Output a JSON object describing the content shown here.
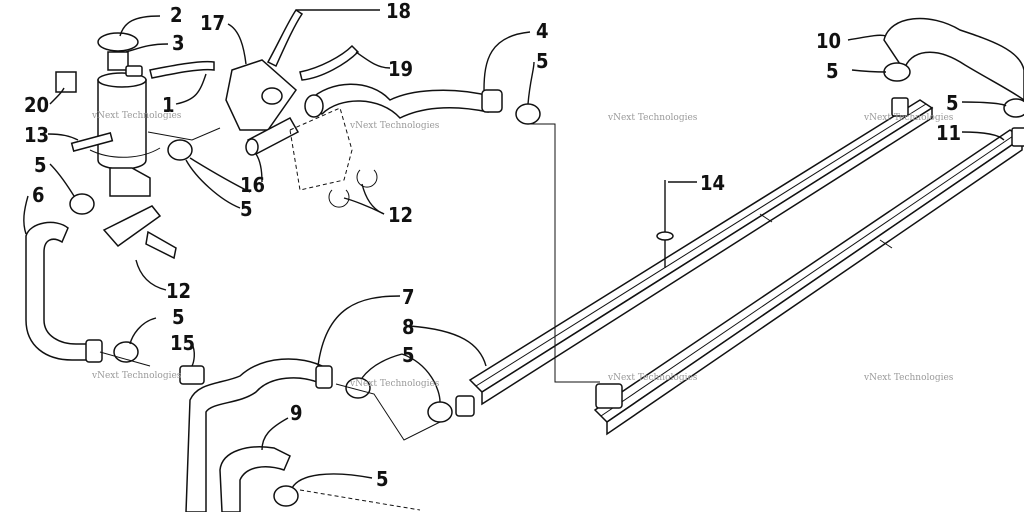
{
  "diagram": {
    "callouts": [
      {
        "id": "c2",
        "text": "2"
      },
      {
        "id": "c3",
        "text": "3"
      },
      {
        "id": "c17",
        "text": "17"
      },
      {
        "id": "c18",
        "text": "18"
      },
      {
        "id": "c4",
        "text": "4"
      },
      {
        "id": "c5a",
        "text": "5"
      },
      {
        "id": "c10",
        "text": "10"
      },
      {
        "id": "c5b",
        "text": "5"
      },
      {
        "id": "c5c",
        "text": "5"
      },
      {
        "id": "c11",
        "text": "11"
      },
      {
        "id": "c19",
        "text": "19"
      },
      {
        "id": "c20",
        "text": "20"
      },
      {
        "id": "c1",
        "text": "1"
      },
      {
        "id": "c13",
        "text": "13"
      },
      {
        "id": "c5d",
        "text": "5"
      },
      {
        "id": "c6",
        "text": "6"
      },
      {
        "id": "c16",
        "text": "16"
      },
      {
        "id": "c5e",
        "text": "5"
      },
      {
        "id": "c12a",
        "text": "12"
      },
      {
        "id": "c14",
        "text": "14"
      },
      {
        "id": "c12b",
        "text": "12"
      },
      {
        "id": "c7",
        "text": "7"
      },
      {
        "id": "c8",
        "text": "8"
      },
      {
        "id": "c5f",
        "text": "5"
      },
      {
        "id": "c15",
        "text": "15"
      },
      {
        "id": "c5g",
        "text": "5"
      },
      {
        "id": "c9",
        "text": "9"
      },
      {
        "id": "c5h",
        "text": "5"
      }
    ],
    "watermark": "vNext Technologies"
  }
}
